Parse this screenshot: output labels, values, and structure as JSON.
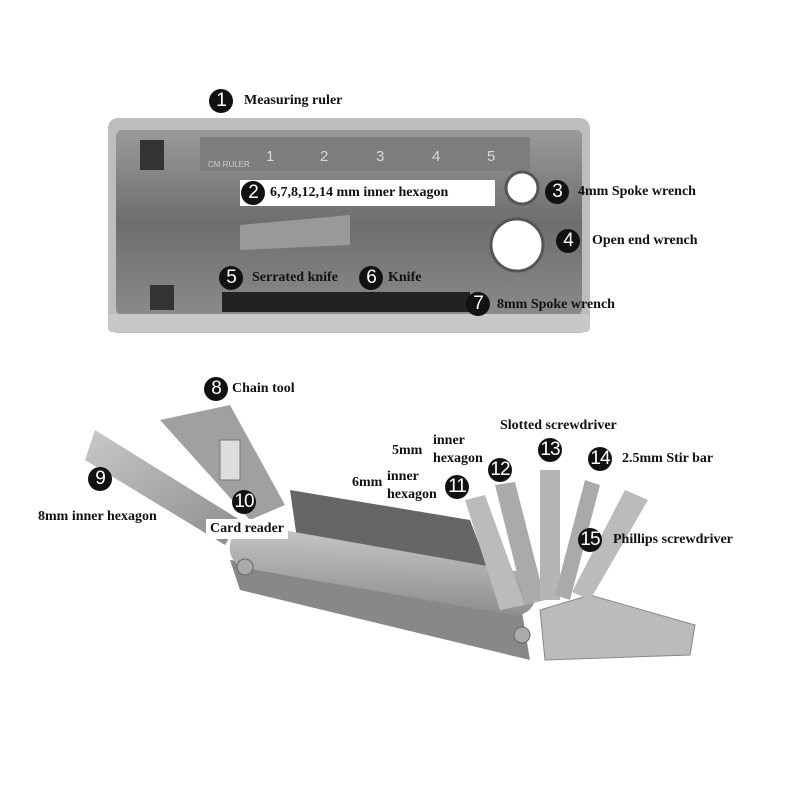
{
  "ruler": {
    "caption": "CM RULER",
    "marks": [
      "1",
      "2",
      "3",
      "4",
      "5"
    ]
  },
  "callouts": [
    {
      "num": "1",
      "label": "Measuring ruler"
    },
    {
      "num": "2",
      "label": "6,7,8,12,14 mm inner hexagon"
    },
    {
      "num": "3",
      "label": "4mm Spoke wrench"
    },
    {
      "num": "4",
      "label": "Open end wrench"
    },
    {
      "num": "5",
      "label": "Serrated knife"
    },
    {
      "num": "6",
      "label": "Knife"
    },
    {
      "num": "7",
      "label": "8mm Spoke wrench"
    },
    {
      "num": "8",
      "label": "Chain tool"
    },
    {
      "num": "9",
      "label": "8mm inner hexagon"
    },
    {
      "num": "10",
      "label": "Card reader"
    },
    {
      "num": "11",
      "label_size": "6mm",
      "label": "inner",
      "label2": "hexagon"
    },
    {
      "num": "12",
      "label_size": "5mm",
      "label": "inner",
      "label2": "hexagon"
    },
    {
      "num": "13",
      "label": "Slotted screwdriver"
    },
    {
      "num": "14",
      "label": "2.5mm Stir bar"
    },
    {
      "num": "15",
      "label": "Phillips screwdriver"
    }
  ]
}
